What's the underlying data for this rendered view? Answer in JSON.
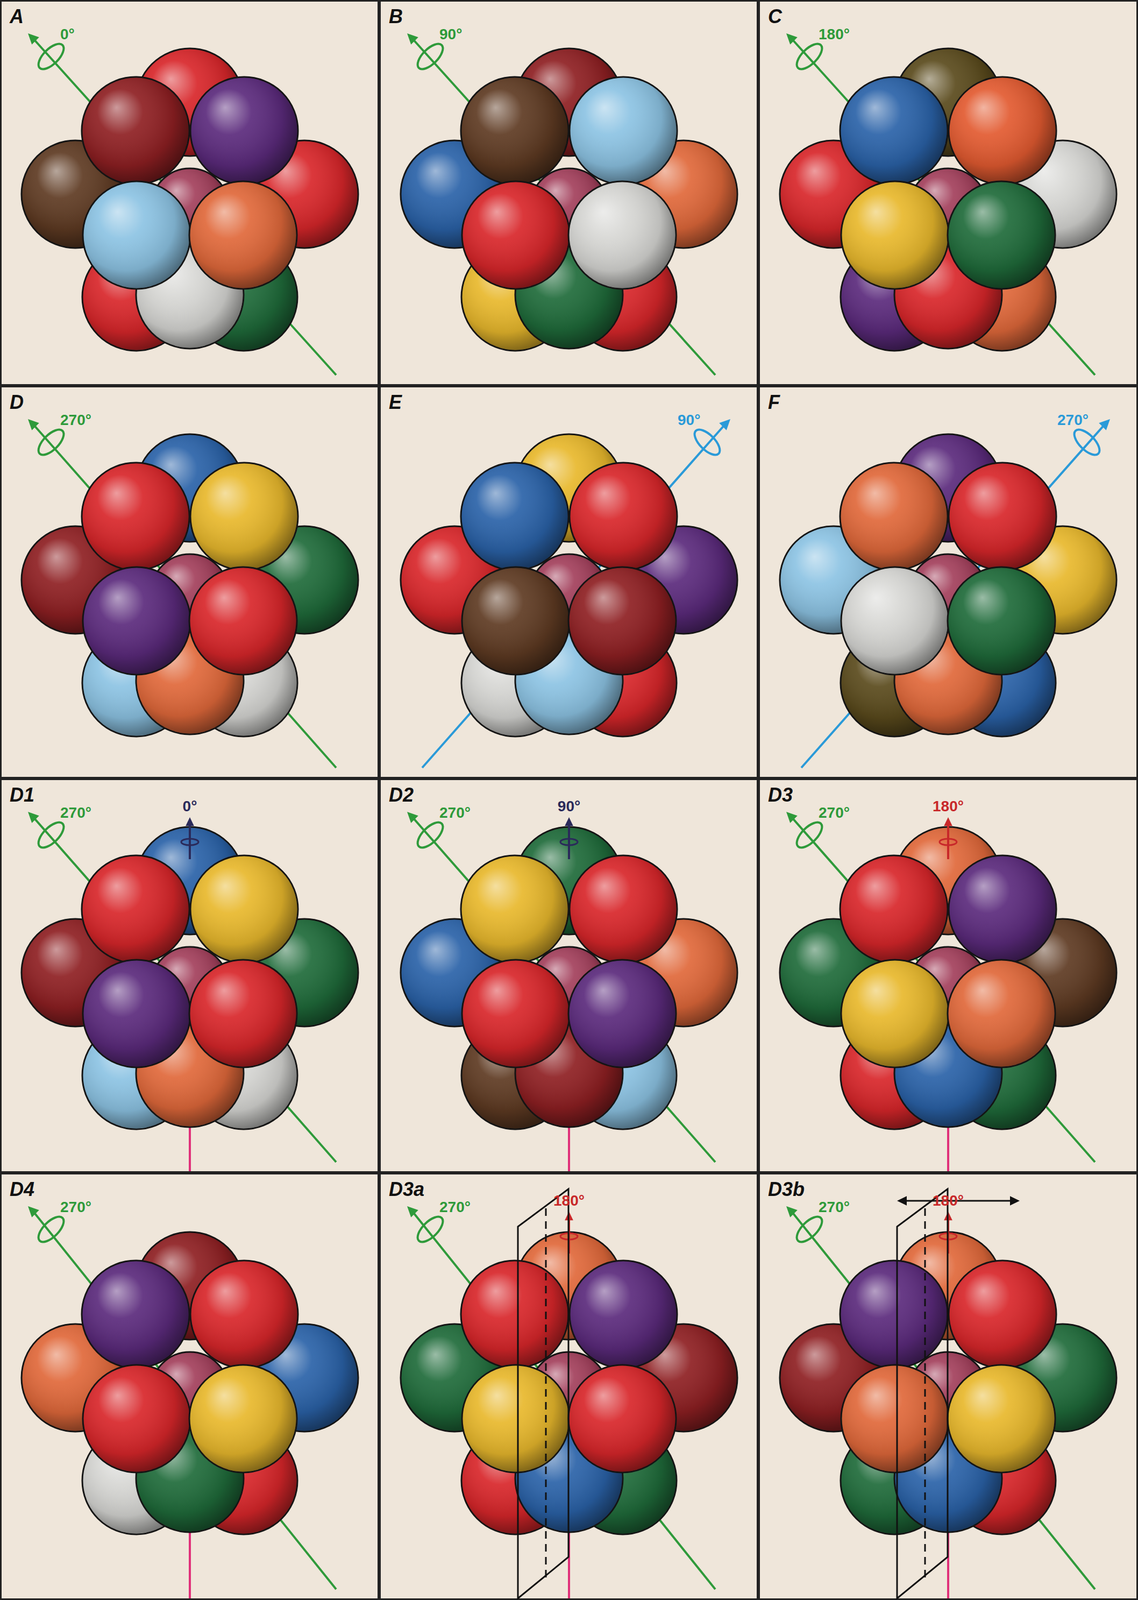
{
  "diagram": {
    "labels": [
      "A",
      "0°",
      "B",
      "90°",
      "C",
      "180°",
      "D",
      "270°",
      "E",
      "90°",
      "F",
      "270°",
      "D1",
      "270°",
      "0°",
      "D2",
      "270°",
      "90°",
      "D3",
      "270°",
      "180°",
      "D4",
      "270°",
      "D3a",
      "270°",
      "180°",
      "D3b",
      "270°",
      "180°"
    ]
  }
}
